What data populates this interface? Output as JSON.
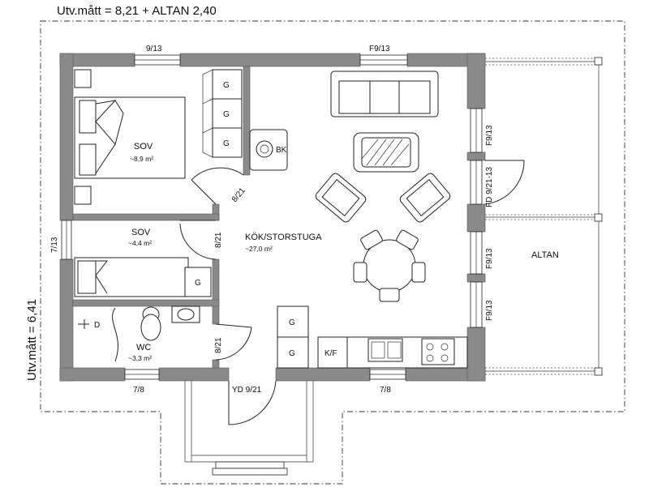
{
  "header": {
    "outer_width_label": "Utv.mått = 8,21  + ALTAN 2,40"
  },
  "side": {
    "outer_depth_label": "Utv.mått = 6,41"
  },
  "rooms": {
    "sov1": {
      "name": "SOV",
      "area": "~8,9 m²"
    },
    "sov2": {
      "name": "SOV",
      "area": "~4,4 m²"
    },
    "wc": {
      "name": "WC",
      "area": "~3,3 m²"
    },
    "kok": {
      "name": "KÖK/STORSTUGA",
      "area": "~27,0 m²"
    },
    "altan": {
      "name": "ALTAN"
    }
  },
  "windows": {
    "top_left": "9/13",
    "top_right": "F9/13",
    "left": "7/13",
    "bottom_left": "7/8",
    "bottom_right": "7/8",
    "right_1": "F9/13",
    "right_2": "F9/13",
    "right_3": "F9/13"
  },
  "doors": {
    "sov1": "8/21",
    "sov2": "8/21",
    "wc": "8/21",
    "entry": "YD 9/21",
    "patio": "FD 9/21-13"
  },
  "fixtures": {
    "wardrobe": "G",
    "stove": "BK",
    "fridge": "K/F",
    "shower": "D"
  }
}
